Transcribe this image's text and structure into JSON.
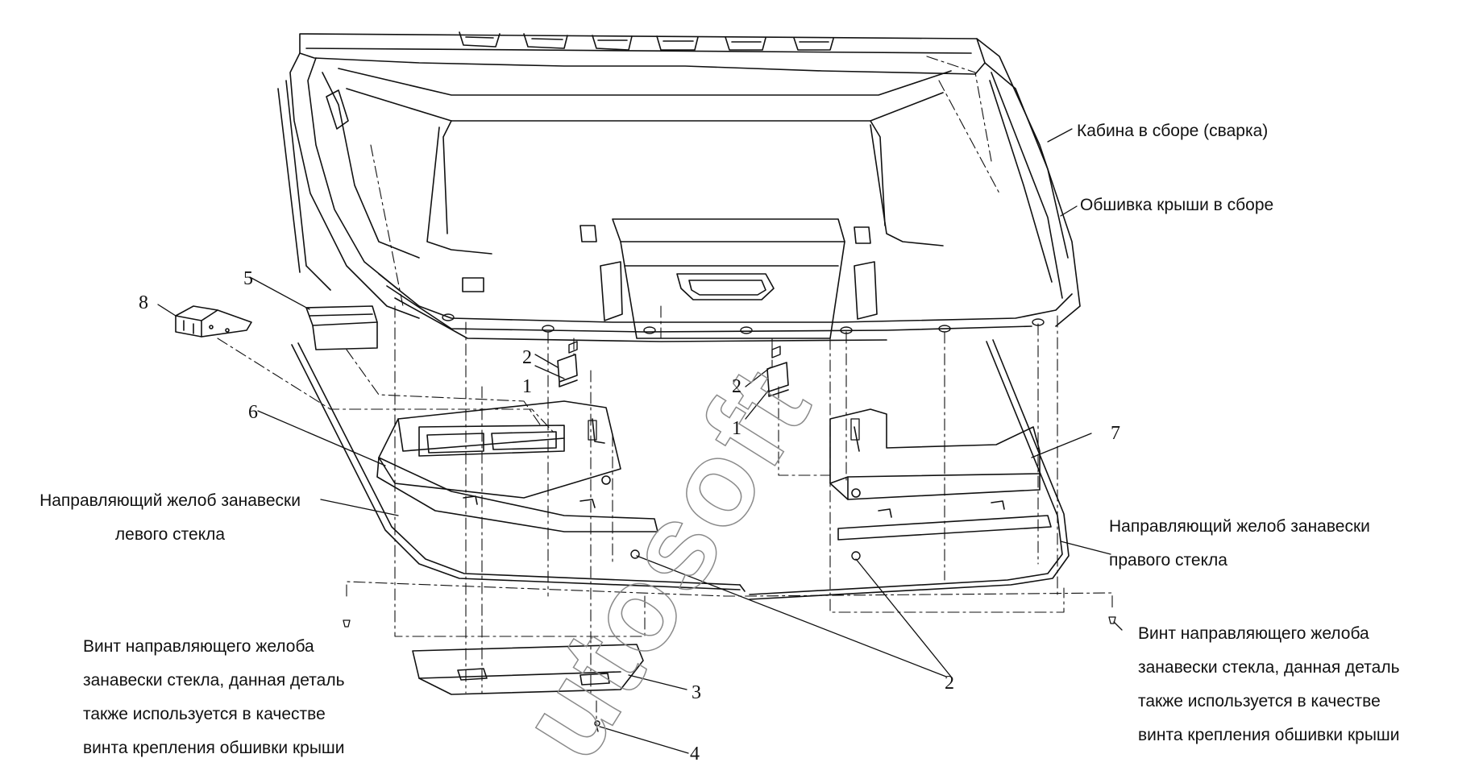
{
  "labels": {
    "cab": "Кабина в сборе (сварка)",
    "roof_lining": "Обшивка крыши в сборе",
    "left_guide": [
      "Направляющий желоб занавески",
      "левого стекла"
    ],
    "right_guide": [
      "Направляющий желоб занавески",
      "правого стекла"
    ],
    "left_screw": [
      "Винт направляющего желоба",
      "занавески стекла, данная деталь",
      "также используется в качестве",
      "винта крепления обшивки крыши"
    ],
    "right_screw": [
      "Винт направляющего желоба",
      "занавески стекла, данная деталь",
      "также используется в качестве",
      "винта крепления обшивки крыши"
    ]
  },
  "callouts": [
    "1",
    "1",
    "2",
    "2",
    "2",
    "3",
    "4",
    "5",
    "6",
    "7",
    "8"
  ],
  "watermark": "utosoft"
}
